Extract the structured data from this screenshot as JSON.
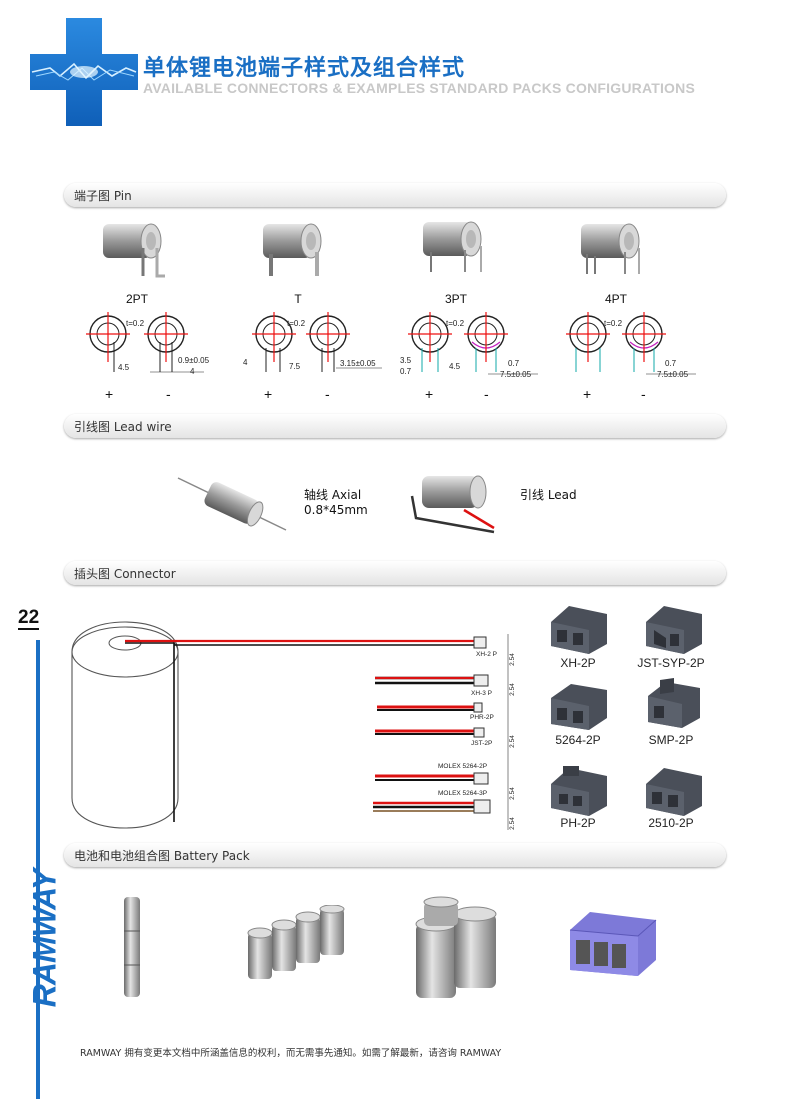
{
  "header": {
    "title_cn": "单体锂电池端子样式及组合样式",
    "title_en": "AVAILABLE CONNECTORS & EXAMPLES STANDARD PACKS CONFIGURATIONS",
    "accent": "#1a6fc4"
  },
  "sections": {
    "pin": "端子图 Pin",
    "lead_wire": "引线图 Lead wire",
    "connector": "插头图 Connector",
    "battery_pack": "电池和电池组合图 Battery Pack"
  },
  "pins": [
    {
      "label": "2PT",
      "t": "t=0.2",
      "dims": [
        "4.5",
        "0.9±0.05",
        "4"
      ]
    },
    {
      "label": "T",
      "t": "t=0.2",
      "dims": [
        "4",
        "7.5",
        "3.15±0.05"
      ]
    },
    {
      "label": "3PT",
      "t": "t=0.2",
      "dims": [
        "3.5",
        "0.7",
        "4.5",
        "0.7",
        "7.5±0.05"
      ]
    },
    {
      "label": "4PT",
      "t": "t=0.2",
      "dims": [
        "0.7",
        "7.5±0.05"
      ]
    }
  ],
  "polarity": {
    "plus": "+",
    "minus": "-"
  },
  "lead": {
    "axial_line1": "轴线 Axial",
    "axial_line2": "0.8*45mm",
    "lead": "引线 Lead"
  },
  "page_number": "22",
  "wires": {
    "labels": [
      "XH-2 P",
      "XH-3 P",
      "PHR-2P",
      "JST-2P",
      "MOLEX 5264-2P",
      "MOLEX 5264-3P"
    ],
    "dims": [
      "2.54",
      "2.54",
      "2.54",
      "2.54",
      "2.54"
    ]
  },
  "connectors": [
    "XH-2P",
    "JST-SYP-2P",
    "5264-2P",
    "SMP-2P",
    "PH-2P",
    "2510-2P"
  ],
  "brand": "RAMWAY",
  "footer": "RAMWAY 拥有变更本文档中所涵盖信息的权利，而无需事先通知。如需了解最新，请咨询 RAMWAY"
}
